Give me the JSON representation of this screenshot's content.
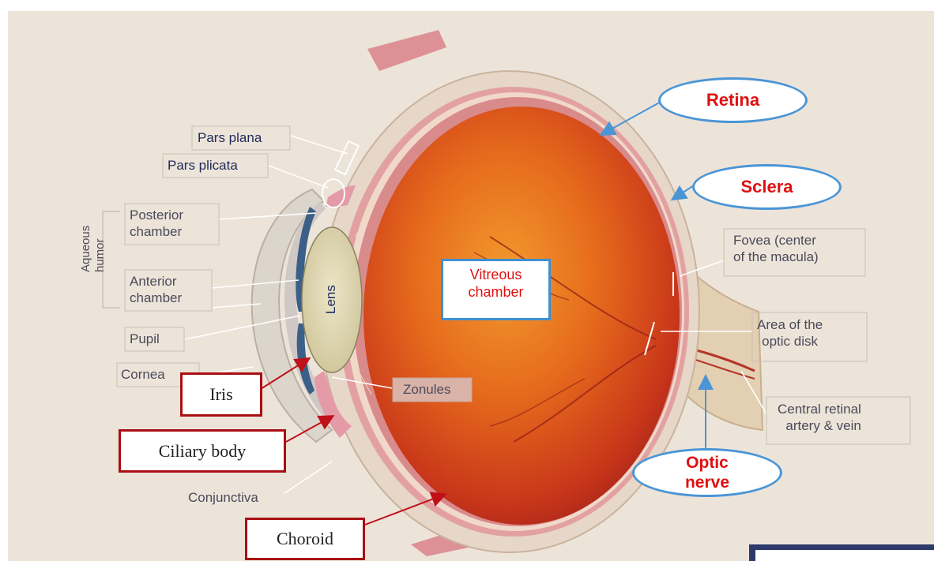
{
  "labels": {
    "pars_plana": "Pars plana",
    "pars_plicata": "Pars plicata",
    "posterior_chamber": "Posterior\nchamber",
    "aqueous_humor": "Aqueous\nhumor",
    "anterior_chamber": "Anterior\nchamber",
    "pupil": "Pupil",
    "cornea": "Cornea",
    "lens": "Lens",
    "zonules": "Zonules",
    "conjunctiva": "Conjunctiva",
    "fovea": "Fovea (center\nof the macula)",
    "optic_disk": "Area of the\noptic disk",
    "central_retinal": "Central retinal\nartery & vein"
  },
  "callouts": {
    "retina": "Retina",
    "sclera": "Sclera",
    "optic_nerve": "Optic\nnerve",
    "vitreous_chamber": "Vitreous\nchamber",
    "iris": "Iris",
    "ciliary_body": "Ciliary body",
    "choroid": "Choroid"
  },
  "colors": {
    "background": "#ede4d9",
    "vitreous": "#d7561a",
    "sclera": "#e6d7c8",
    "callout_red": "#a90f12",
    "callout_blue": "#4a95d6",
    "callout_text_red": "#e01010"
  }
}
